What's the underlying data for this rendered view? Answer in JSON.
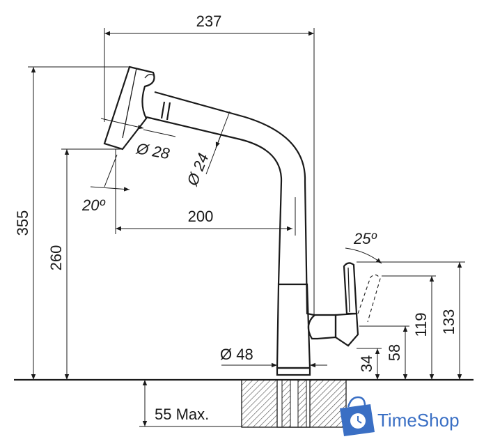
{
  "dimensions": {
    "overall_width": "237",
    "overall_height": "355",
    "spout_height": "260",
    "spout_reach": "200",
    "head_diameter": "Ø 28",
    "hose_diameter": "Ø 24",
    "head_angle": "20º",
    "lever_angle": "25º",
    "base_diameter": "Ø 48",
    "lever_height_133": "133",
    "lever_height_119": "119",
    "base_height_58": "58",
    "base_height_34": "34",
    "counter_thickness": "55 Max."
  },
  "logo": {
    "text": "TimeShop",
    "icon": "shopping-bag-clock-icon",
    "color": "#3a6fc4"
  }
}
